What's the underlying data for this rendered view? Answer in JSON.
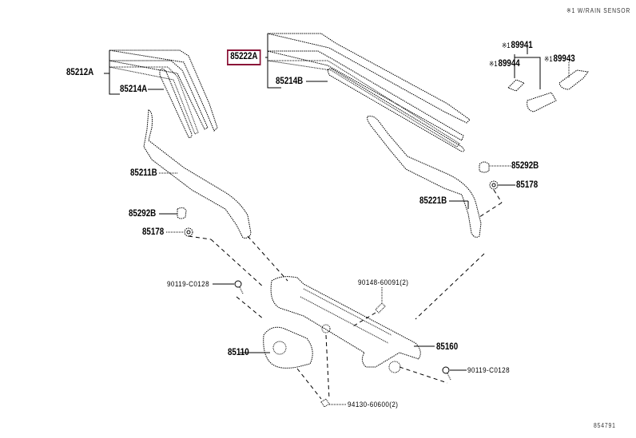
{
  "diagram": {
    "note": "※1 W/RAIN SENSOR",
    "ref_code": "854791",
    "highlight_color": "#8b1538",
    "parts": {
      "p85212A": "85212A",
      "p85214A": "85214A",
      "p85222A": "85222A",
      "p85214B": "85214B",
      "p85211B": "85211B",
      "p85292B_left": "85292B",
      "p85178_left": "85178",
      "p85292B_right": "85292B",
      "p85178_right": "85178",
      "p85221B": "85221B",
      "p89941": "89941",
      "p89944": "89944",
      "p89943": "89943",
      "p90119_left": "90119-C0128",
      "p90148": "90148-60091(2)",
      "p85110": "85110",
      "p85160": "85160",
      "p90119_right": "90119-C0128",
      "p94130": "94130-60600(2)"
    },
    "ref_mark": "※1"
  }
}
